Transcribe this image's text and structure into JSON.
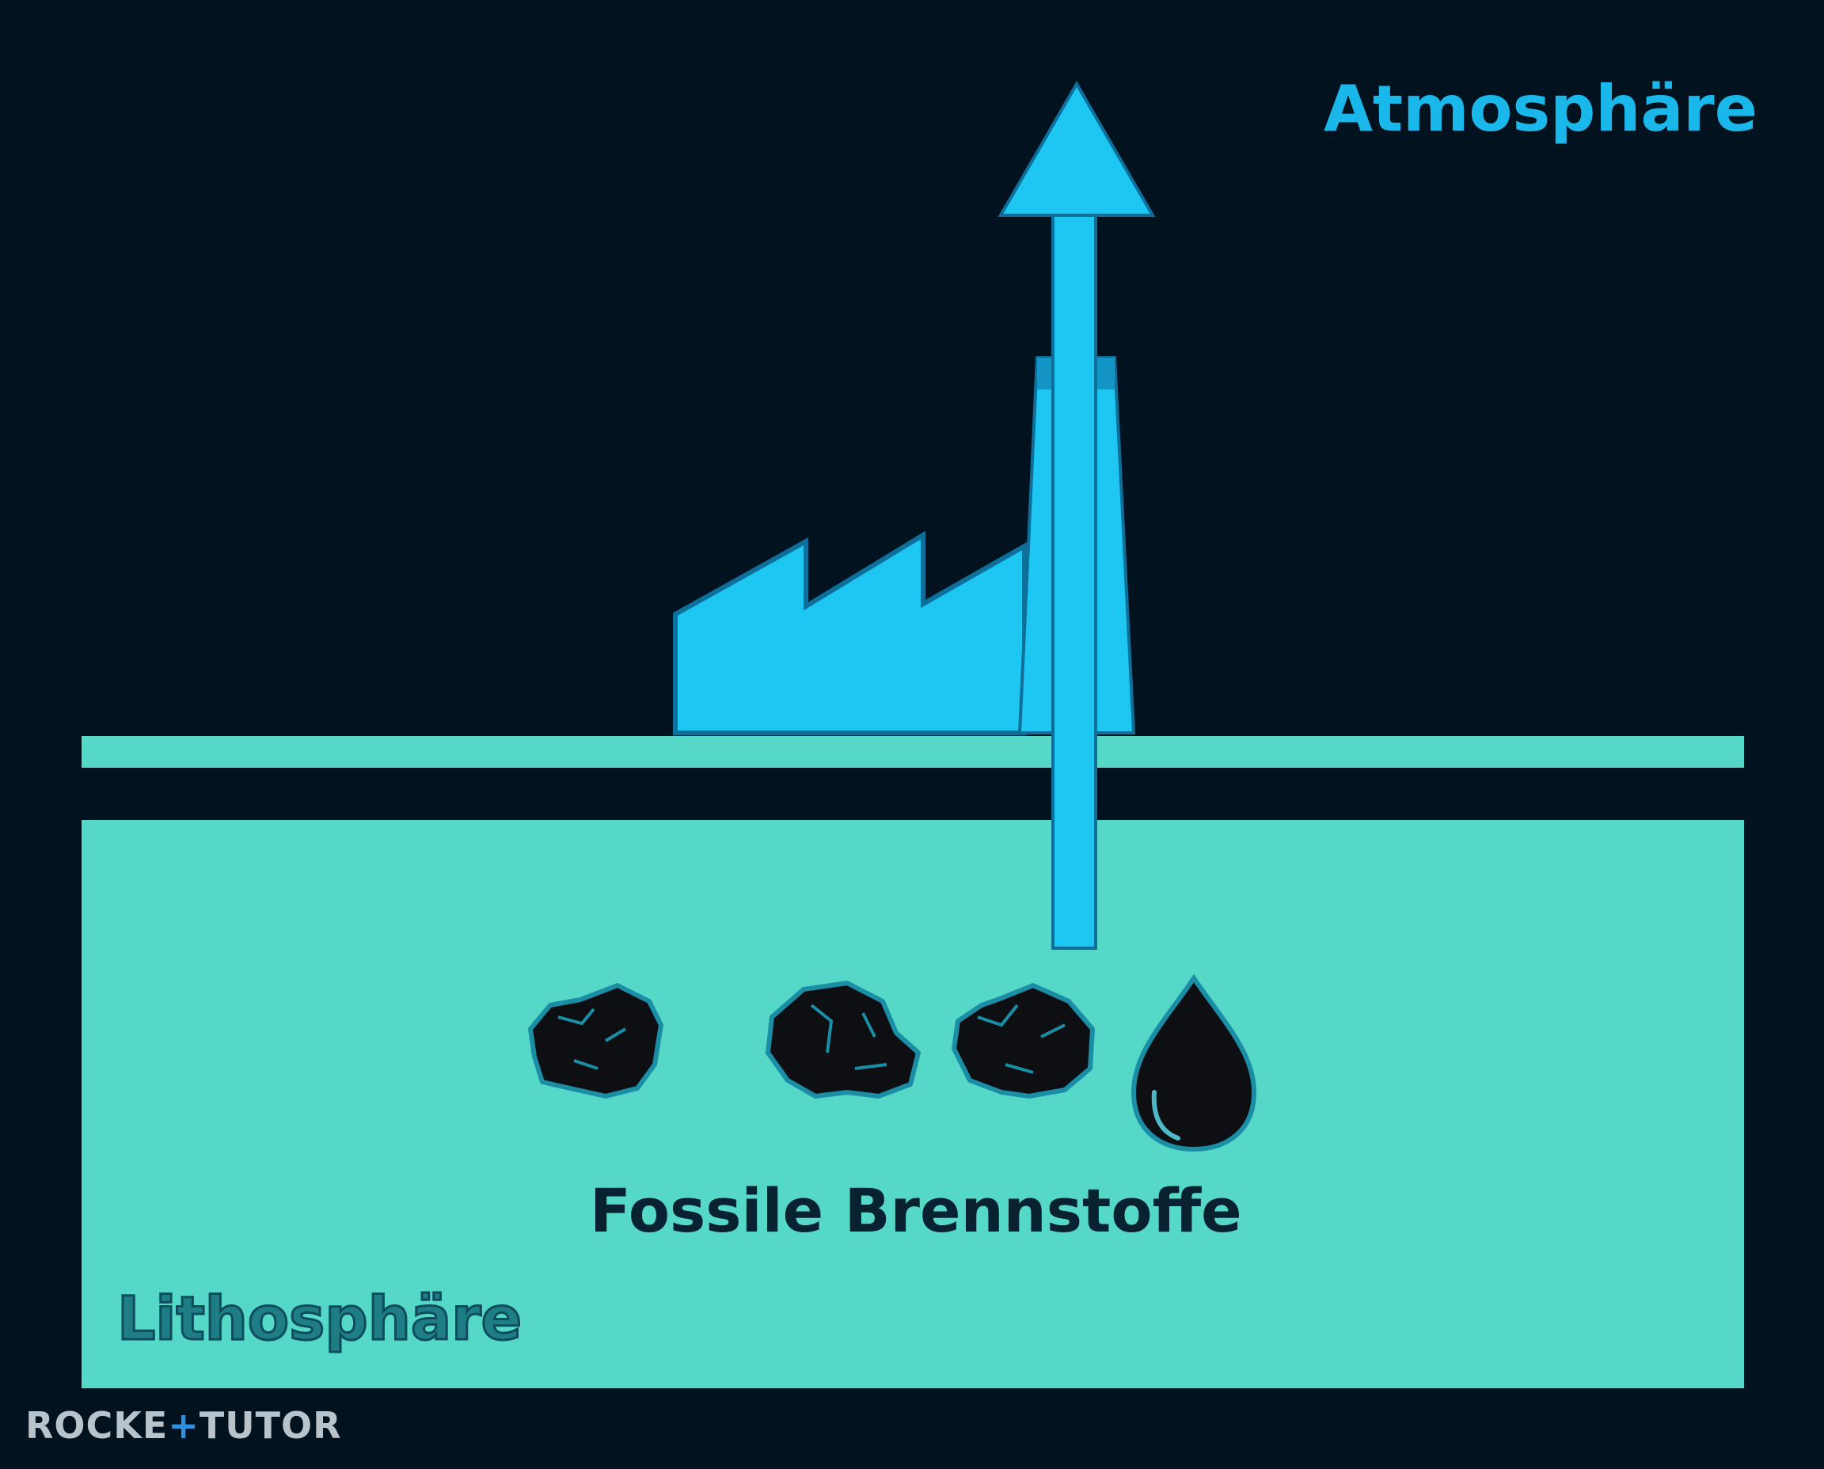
{
  "labels": {
    "atmosphere": "Atmosphäre",
    "lithosphere": "Lithosphäre",
    "fossil_fuels": "Fossile Brennstoffe"
  },
  "logo": {
    "part1": "ROCKE",
    "plus": "+",
    "part2": "TUTOR"
  },
  "icons": [
    "factory-icon",
    "upward-arrow-icon",
    "coal-icon",
    "coal-icon",
    "coal-icon",
    "oil-drop-icon"
  ],
  "colors": {
    "background": "#03121f",
    "ground": "#55d8c8",
    "accent_blue": "#1ec6f2",
    "atmosphere_text": "#1ab7ea",
    "lithosphere_text": "#1f7d86",
    "fuel_text": "#082232",
    "coal": "#0d0f12"
  }
}
